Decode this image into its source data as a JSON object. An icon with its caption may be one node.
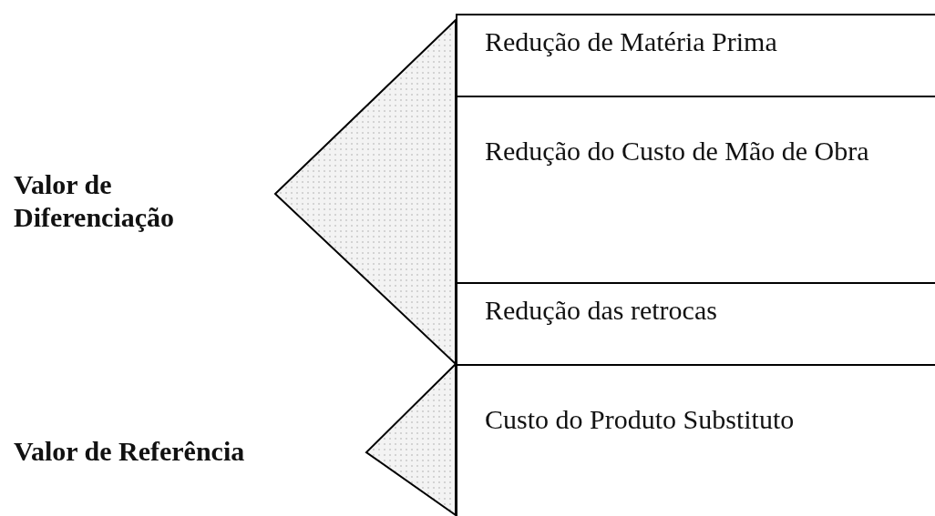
{
  "diagram": {
    "nodes": [
      {
        "text": [
          "Valor de Diferenciação"
        ]
      },
      {
        "text": [
          "Valor de Referência"
        ]
      },
      {
        "text": [
          "Redução de Matéria Prima"
        ]
      },
      {
        "text": [
          "Redução do Custo de Mão de Obra"
        ]
      },
      {
        "text": [
          "Redução das retrocas"
        ]
      },
      {
        "text": [
          "Custo do Produto Substituto"
        ]
      }
    ]
  }
}
